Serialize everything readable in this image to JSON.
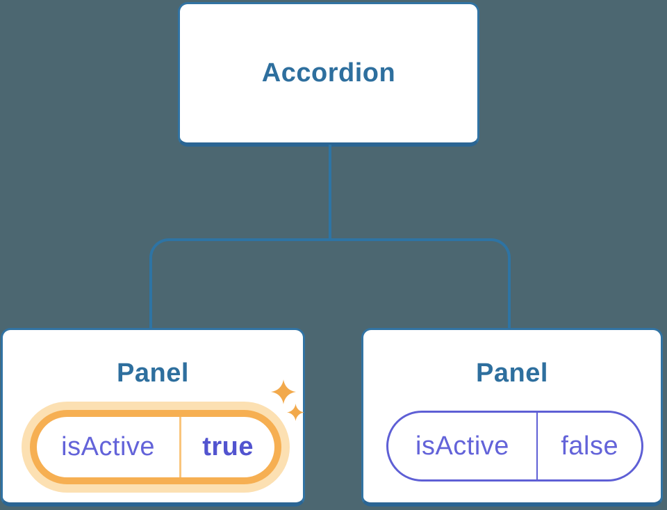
{
  "colors": {
    "background": "#4C6771",
    "node_fill": "#FFFFFF",
    "node_border": "#3173A3",
    "node_border_bottom": "#2B6593",
    "node_label": "#2E6F9E",
    "connector": "#2E74A4",
    "prop_text": "#6363D9",
    "prop_value_active": "#5254CF",
    "prop_border_inactive": "#5E5FD5",
    "highlight_border": "#F6AF52",
    "highlight_glow": "#FCE0B2",
    "highlight_divider": "#F9C57C",
    "sparkle": "#F2A94B"
  },
  "diagram": {
    "root": {
      "label": "Accordion"
    },
    "panels": [
      {
        "label": "Panel",
        "prop_name": "isActive",
        "prop_value": "true",
        "highlighted": true
      },
      {
        "label": "Panel",
        "prop_name": "isActive",
        "prop_value": "false",
        "highlighted": false
      }
    ]
  }
}
